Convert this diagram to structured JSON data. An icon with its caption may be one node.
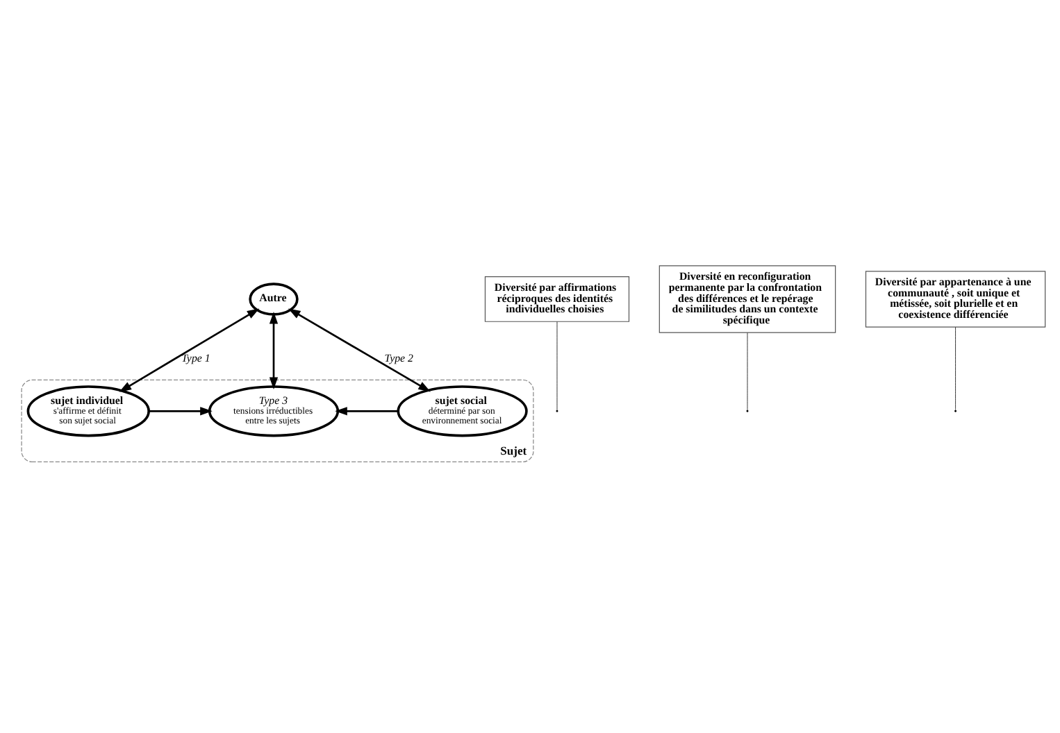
{
  "diagram": {
    "nodes": [
      {
        "text": [
          "Sujet"
        ]
      },
      {
        "text": [
          "Autre"
        ]
      },
      {
        "text": [
          "sujet individuel",
          "s'affirme et définit son sujet social"
        ],
        "in": 0
      },
      {
        "text": [
          "Type 3",
          "tensions irréductibles entre les sujets"
        ],
        "in": 0
      },
      {
        "text": [
          "sujet social",
          "déterminé par son environnement social"
        ],
        "in": 0
      },
      {
        "text": [
          "Diversité par affirmations réciproques des identités individuelles choisies"
        ]
      },
      {
        "text": [
          "Diversité en reconfiguration permanente par la confrontation des différences et le repérage de similitudes dans un contexte spécifique"
        ]
      },
      {
        "text": [
          "Diversité par appartenance à une communauté , soit unique et métissée, soit plurielle et en coexistence différenciée"
        ]
      }
    ],
    "edges": [
      {
        "from": 2,
        "to": 1,
        "arrow": "both",
        "label": "Type 1"
      },
      {
        "from": 1,
        "to": 3,
        "arrow": "both"
      },
      {
        "from": 4,
        "to": 1,
        "arrow": "both",
        "label": "Type 2"
      },
      {
        "from": 2,
        "to": 3,
        "arrow": "to"
      },
      {
        "from": 4,
        "to": 3,
        "arrow": "to"
      },
      {
        "from": 5,
        "to": null,
        "arrow": "none"
      },
      {
        "from": 6,
        "to": null,
        "arrow": "none"
      },
      {
        "from": 7,
        "to": null,
        "arrow": "none"
      }
    ]
  }
}
